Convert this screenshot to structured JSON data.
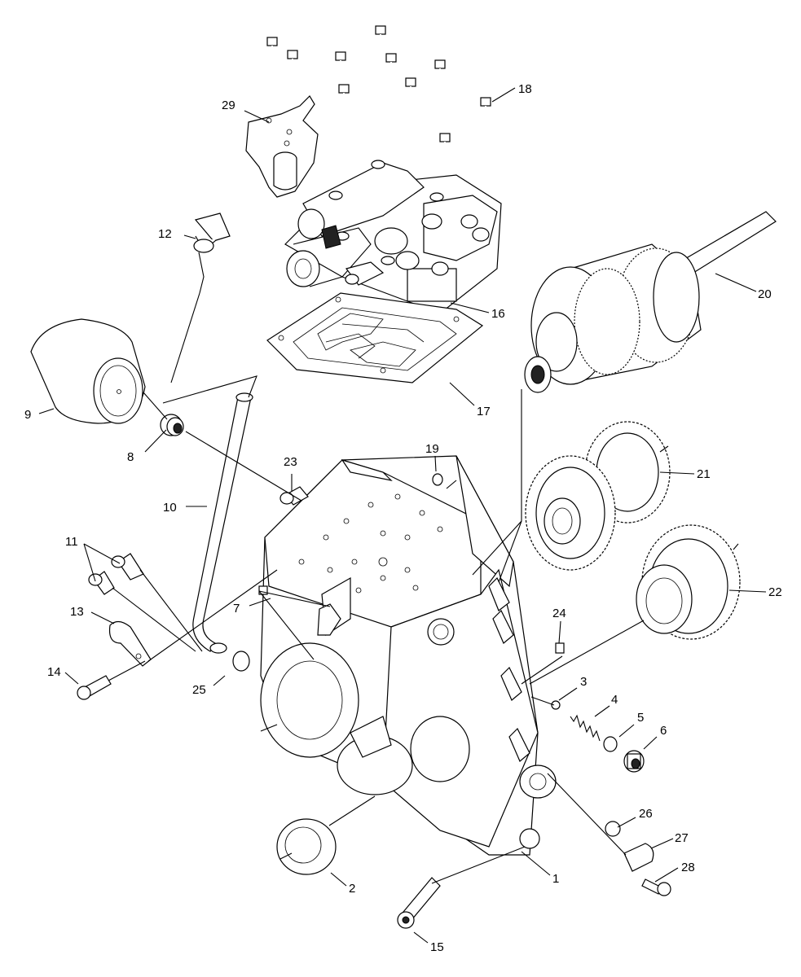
{
  "callouts": [
    {
      "id": "c1",
      "label": "1"
    },
    {
      "id": "c2",
      "label": "2"
    },
    {
      "id": "c3",
      "label": "3"
    },
    {
      "id": "c4",
      "label": "4"
    },
    {
      "id": "c5",
      "label": "5"
    },
    {
      "id": "c6",
      "label": "6"
    },
    {
      "id": "c7",
      "label": "7"
    },
    {
      "id": "c8",
      "label": "8"
    },
    {
      "id": "c9",
      "label": "9"
    },
    {
      "id": "c10",
      "label": "10"
    },
    {
      "id": "c11",
      "label": "11"
    },
    {
      "id": "c12",
      "label": "12"
    },
    {
      "id": "c13",
      "label": "13"
    },
    {
      "id": "c14",
      "label": "14"
    },
    {
      "id": "c15",
      "label": "15"
    },
    {
      "id": "c16",
      "label": "16"
    },
    {
      "id": "c17",
      "label": "17"
    },
    {
      "id": "c18",
      "label": "18"
    },
    {
      "id": "c19",
      "label": "19"
    },
    {
      "id": "c20",
      "label": "20"
    },
    {
      "id": "c21",
      "label": "21"
    },
    {
      "id": "c22",
      "label": "22"
    },
    {
      "id": "c23",
      "label": "23"
    },
    {
      "id": "c24",
      "label": "24"
    },
    {
      "id": "c25",
      "label": "25"
    },
    {
      "id": "c26",
      "label": "26"
    },
    {
      "id": "c27",
      "label": "27"
    },
    {
      "id": "c28",
      "label": "28"
    },
    {
      "id": "c29",
      "label": "29"
    }
  ]
}
